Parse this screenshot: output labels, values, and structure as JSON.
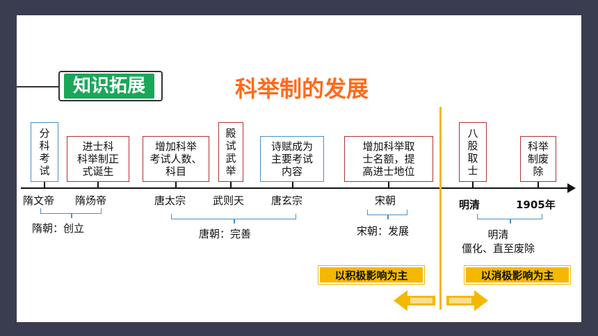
{
  "badge": "知识拓展",
  "title": "科举制的发展",
  "events": [
    {
      "text": "分\n科\n考\n试"
    },
    {
      "text": "进士科\n科举制正\n式诞生"
    },
    {
      "text": "增加科举\n考试人数、\n科目"
    },
    {
      "text": "殿\n试\n武\n举"
    },
    {
      "text": "诗赋成为\n主要考试\n内容"
    },
    {
      "text": "增加科举取\n士名额，提\n高进士地位"
    },
    {
      "text": "八\n股\n取\n士"
    },
    {
      "text": "科举\n制废\n除"
    }
  ],
  "timeline": [
    "隋文帝",
    "隋炀帝",
    "唐太宗",
    "武则天",
    "唐玄宗",
    "宋朝",
    "明清",
    "1905年"
  ],
  "periods": [
    {
      "text": "隋朝：创立"
    },
    {
      "text": "唐朝：完善"
    },
    {
      "text": "宋朝：发展"
    },
    {
      "text": "明清\n僵化、直至废除"
    }
  ],
  "tags": {
    "positive": "以积极影响为主",
    "negative": "以消极影响为主"
  },
  "colors": {
    "badge_bg": "#1aa75a",
    "title": "#ff6a1a",
    "accent_yellow": "#f5b800",
    "blue_border": "#4a8fc4",
    "red_border": "#b23030"
  }
}
